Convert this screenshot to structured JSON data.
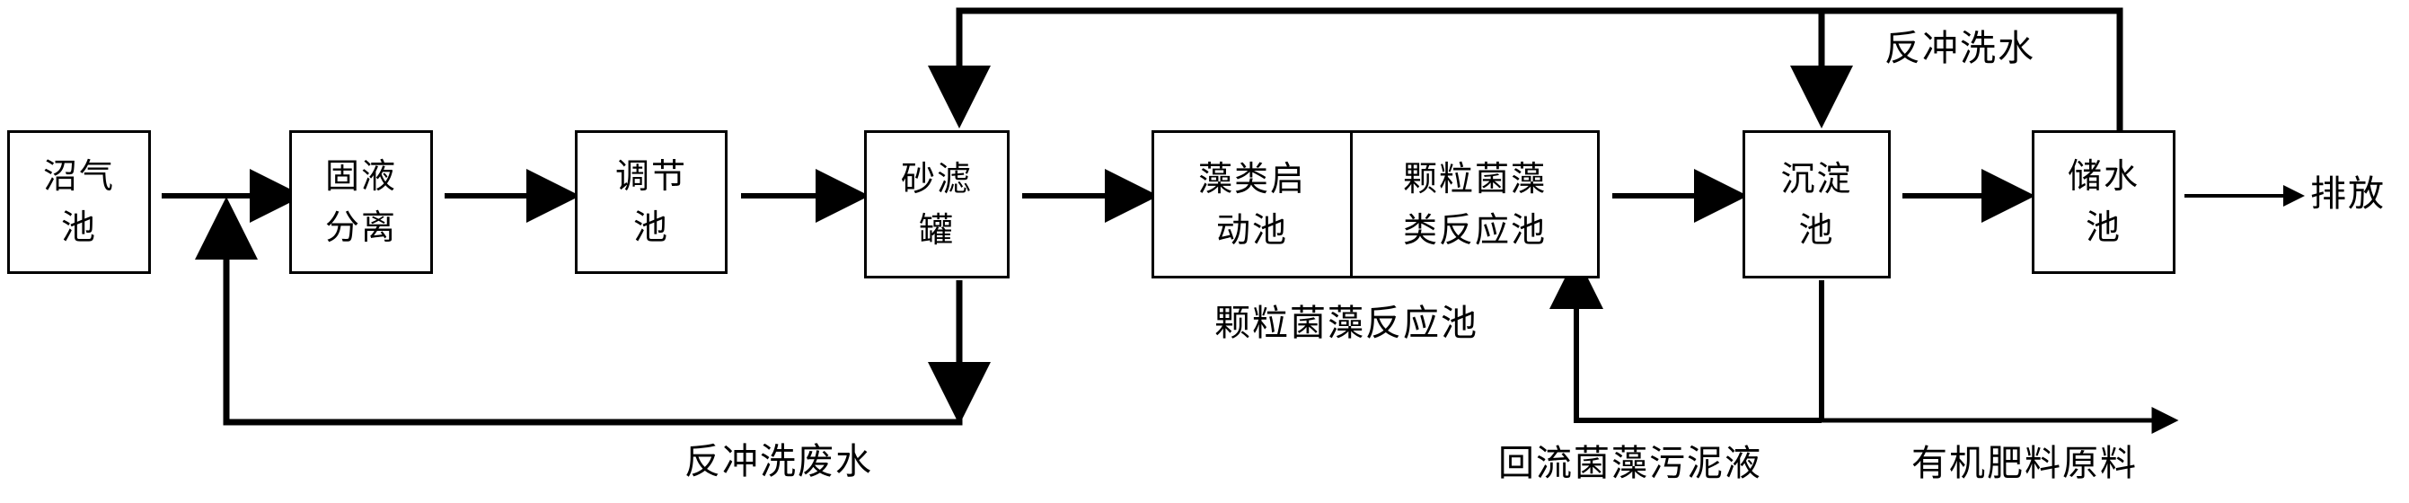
{
  "diagram": {
    "nodes": {
      "biogas_tank": "沼气\n池",
      "solid_liquid": "固液\n分离",
      "regulating": "调节\n池",
      "sand_filter": "砂滤\n罐",
      "algae_start": "藻类启\n动池",
      "granular_reactor": "颗粒菌藻\n类反应池",
      "sedimentation": "沉淀\n池",
      "storage": "储水\n池"
    },
    "labels": {
      "backwash_water": "反冲洗水",
      "backwash_waste": "反冲洗废水",
      "reactor_group": "颗粒菌藻反应池",
      "reflux_sludge": "回流菌藻污泥液",
      "fertilizer": "有机肥料原料",
      "discharge": "排放"
    }
  }
}
